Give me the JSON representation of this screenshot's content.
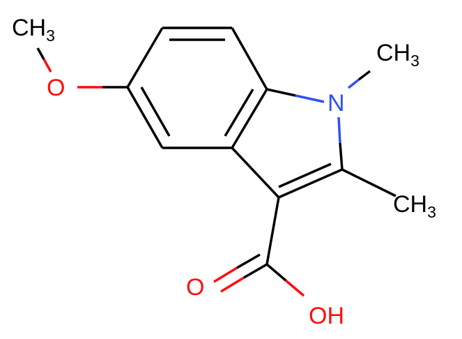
{
  "molecule": {
    "atoms": {
      "methoxy_methyl": {
        "main": "CH",
        "sub": "3"
      },
      "methoxy_oxygen": {
        "main": "O"
      },
      "indole_nitrogen": {
        "main": "N"
      },
      "n_methyl": {
        "main": "CH",
        "sub": "3"
      },
      "c2_methyl": {
        "main": "CH",
        "sub": "3"
      },
      "carbonyl_oxygen": {
        "main": "O"
      },
      "hydroxyl": {
        "main": "OH"
      }
    },
    "colors": {
      "carbon": "#000000",
      "oxygen": "#ff0d0d",
      "nitrogen": "#3050f8"
    }
  }
}
